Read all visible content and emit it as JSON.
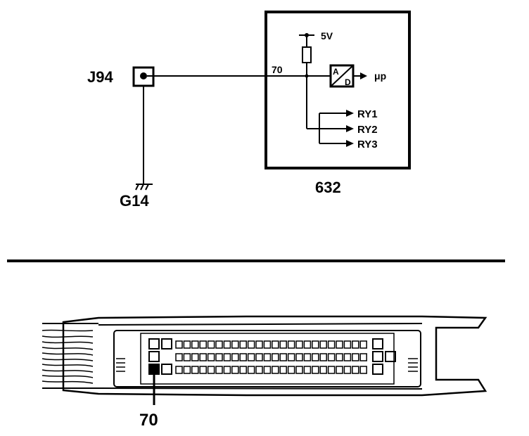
{
  "schematic": {
    "connector_label": "J94",
    "ground_label": "G14",
    "module_label": "632",
    "pin_label": "70",
    "supply_label": "5V",
    "adc_a": "A",
    "adc_d": "D",
    "output_label": "μp",
    "relays": [
      "RY1",
      "RY2",
      "RY3"
    ]
  },
  "connector_view": {
    "pin_callout": "70",
    "row_counts": [
      24,
      24,
      24
    ]
  },
  "colors": {
    "ink": "#000000",
    "paper": "#ffffff"
  }
}
